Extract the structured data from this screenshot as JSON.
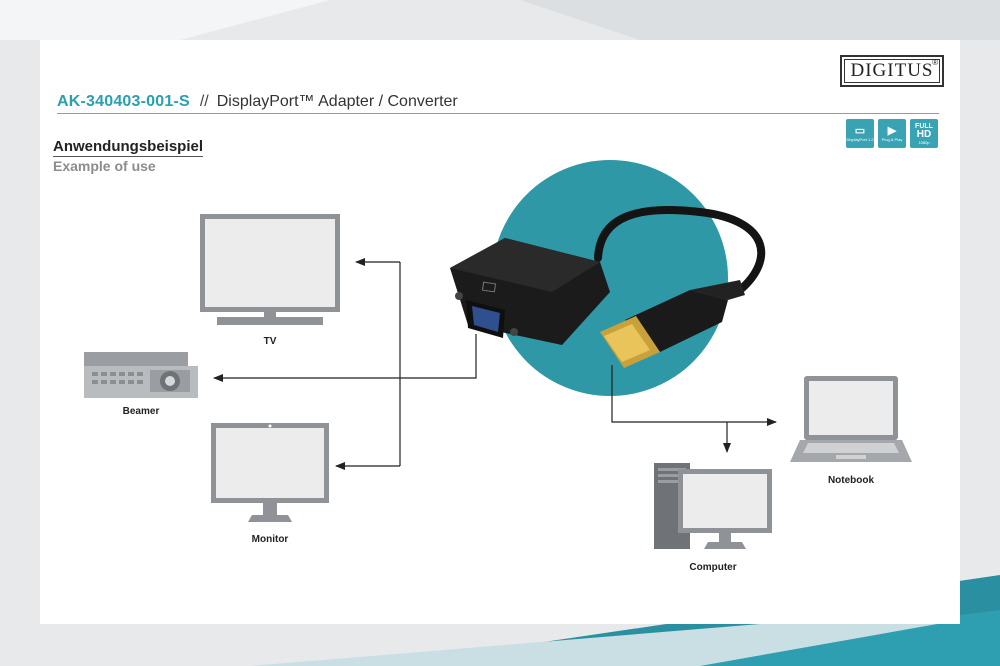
{
  "brand": {
    "logo_text": "DIGITUS",
    "registered": "®"
  },
  "header": {
    "sku": "AK-340403-001-S",
    "separator": "//",
    "product": "DisplayPort™ Adapter / Converter"
  },
  "badges": [
    {
      "icon": "displayport-icon",
      "caption": "DisplayPort 1.2"
    },
    {
      "icon": "plug-and-play-icon",
      "caption": "Plug & Play"
    },
    {
      "icon": "full-hd-icon",
      "line1": "FULL",
      "line2": "HD",
      "caption": "1080p"
    }
  ],
  "section": {
    "title_de": "Anwendungsbeispiel",
    "title_en": "Example of use"
  },
  "devices": {
    "tv": "TV",
    "beamer": "Beamer",
    "monitor": "Monitor",
    "notebook": "Notebook",
    "computer": "Computer"
  },
  "colors": {
    "accent": "#2a9fb0",
    "circle": "#2f98a6",
    "device_gray": "#8f9296",
    "screen_fill": "#ececec"
  }
}
